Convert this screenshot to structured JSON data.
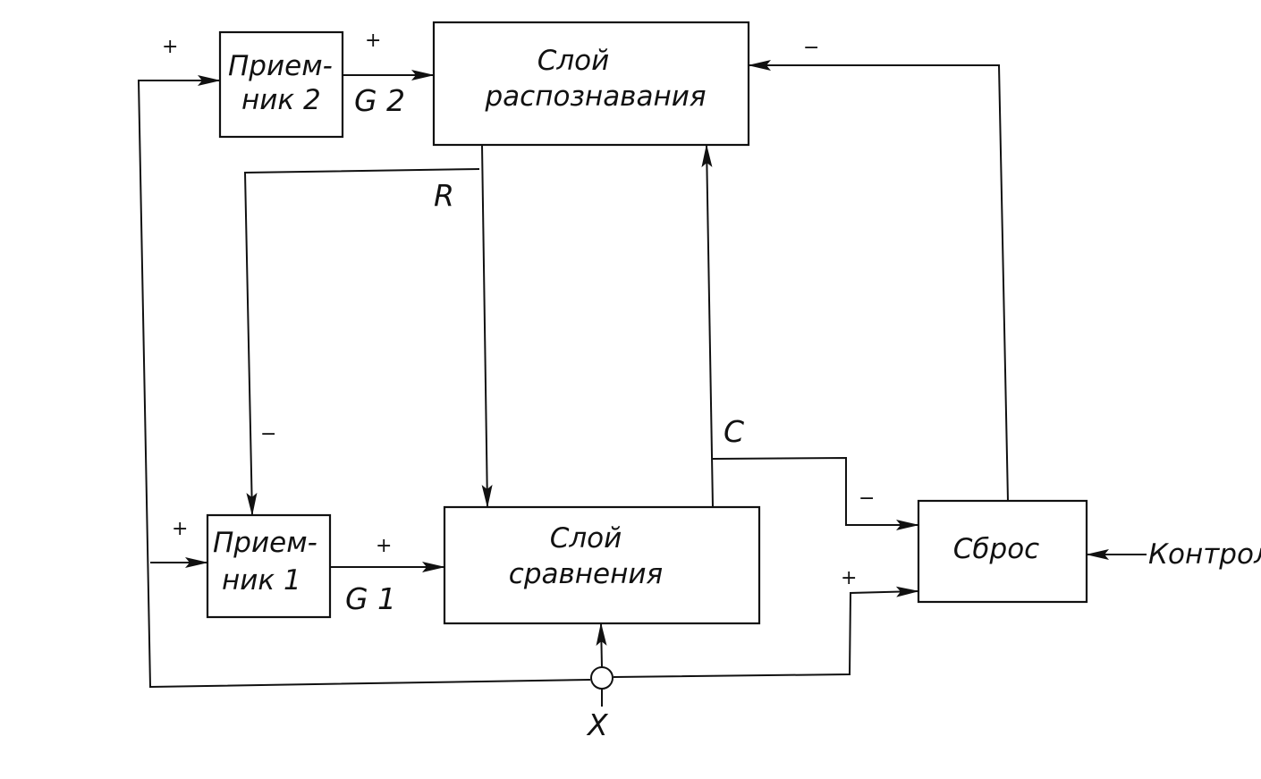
{
  "blocks": {
    "receiver2": {
      "line1": "Прием-",
      "line2": "ник 2"
    },
    "recognition": {
      "line1": "Слой",
      "line2": "распознавания"
    },
    "receiver1": {
      "line1": "Прием-",
      "line2": "ник 1"
    },
    "comparison": {
      "line1": "Слой",
      "line2": "сравнения"
    },
    "reset": {
      "label": "Сброс"
    }
  },
  "signals": {
    "g2": "G 2",
    "g1": "G 1",
    "r": "R",
    "c": "C",
    "x": "X",
    "control": "Контроль"
  },
  "signs": {
    "receiver2_input": "+",
    "g2_output": "+",
    "recognition_input": "−",
    "receiver1_r_input": "−",
    "receiver1_input": "+",
    "g1_output": "+",
    "reset_c_input": "−",
    "reset_x_input": "+"
  }
}
